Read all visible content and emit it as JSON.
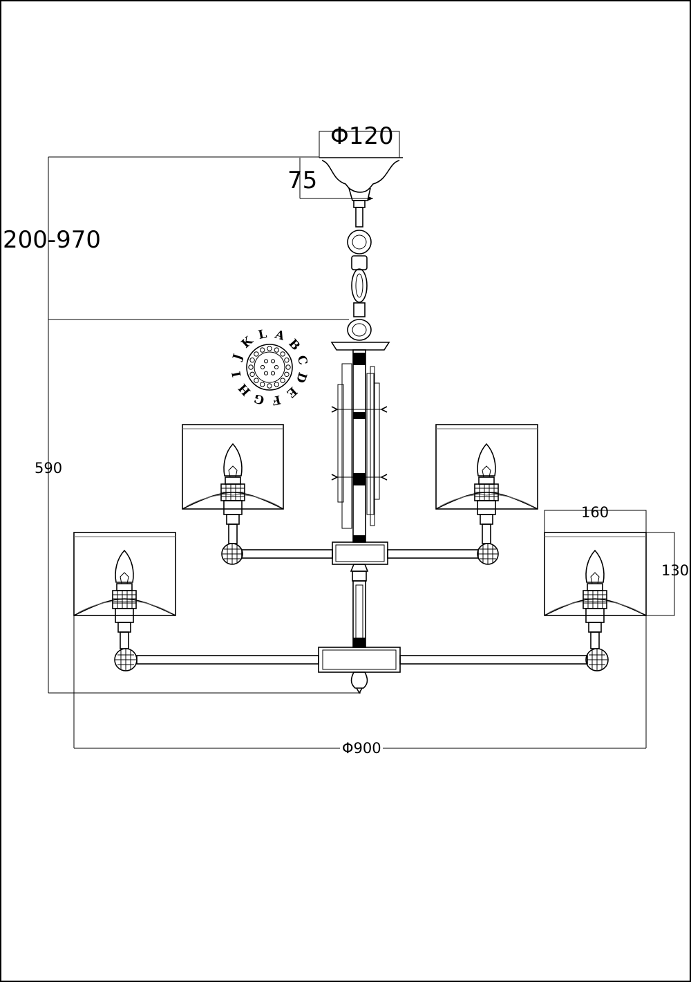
{
  "dimensions": {
    "canopy_diameter": "Φ120",
    "canopy_height": "75",
    "chain_length": "200-970",
    "body_height": "590",
    "shade_width": "160",
    "shade_height": "130",
    "overall_diameter": "Φ900"
  },
  "ring_diagram": {
    "letters": [
      "A",
      "B",
      "C",
      "D",
      "E",
      "F",
      "G",
      "H",
      "I",
      "J",
      "K",
      "L"
    ]
  },
  "colors": {
    "line": "#000000",
    "background": "#ffffff"
  }
}
